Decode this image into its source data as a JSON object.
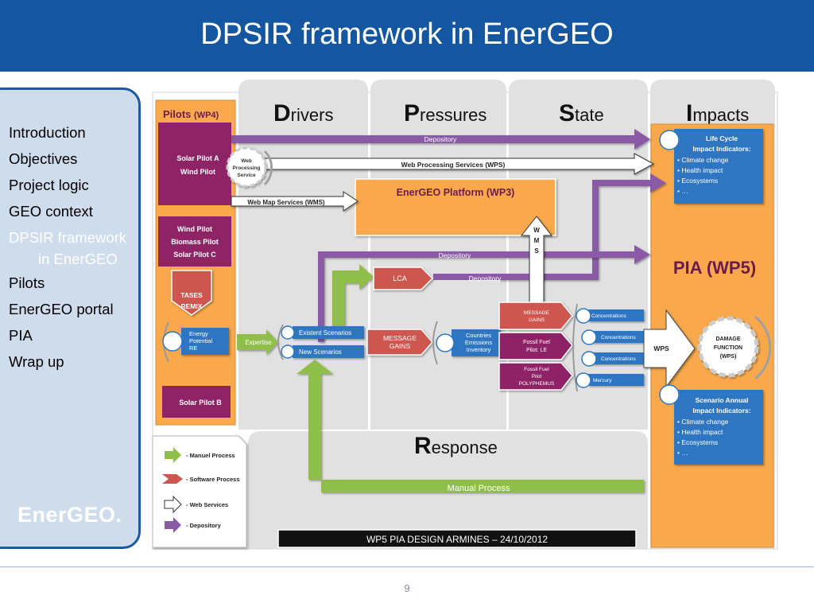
{
  "slide": {
    "title": "DPSIR framework in EnerGEO",
    "page_number": "9"
  },
  "sidebar": {
    "items": [
      {
        "label": "Introduction"
      },
      {
        "label": "Objectives"
      },
      {
        "label": "Project logic"
      },
      {
        "label": "GEO context"
      },
      {
        "label_line1": "DPSIR framework",
        "label_line2": "in EnerGEO",
        "active": true
      },
      {
        "label": "Pilots"
      },
      {
        "label": "EnerGEO portal"
      },
      {
        "label": "PIA"
      },
      {
        "label": "Wrap up"
      }
    ],
    "logo_text": "EnerGEO."
  },
  "diagram": {
    "columns": {
      "drivers": {
        "initial": "D",
        "rest": "rivers"
      },
      "pressures": {
        "initial": "P",
        "rest": "ressures"
      },
      "state": {
        "initial": "S",
        "rest": "tate"
      },
      "impacts": {
        "initial": "I",
        "rest": "mpacts"
      },
      "response": {
        "initial": "R",
        "rest": "esponse"
      }
    },
    "pilots_title": "Pilots",
    "pilots_wp": "(WP4)",
    "pilot_a": [
      "Solar Pilot A",
      "Wind Pilot"
    ],
    "pilot_c": [
      "Wind Pilot",
      "Biomass Pilot",
      "Solar Pilot C"
    ],
    "tases": [
      "TASES",
      "REMIX"
    ],
    "energy_potential": [
      "Energy",
      "Potential",
      "RE"
    ],
    "solar_pilot_b": "Solar Pilot B",
    "wps_gear": [
      "Web",
      "Processing",
      "Service"
    ],
    "depository_top": "Depository",
    "wps_arrow": "Web Processing Services (WPS)",
    "wms_arrow": "Web Map Services (WMS)",
    "platform": "EnerGEO Platform (WP3)",
    "wms_vertical": [
      "W",
      "M",
      "S"
    ],
    "depository_mid": "Depository",
    "lca": "LCA",
    "depository_lca": "Depository",
    "expertise": "Expertise",
    "existent_scenarios": "Existent Scenarios",
    "new_scenarios": "New Scenarios",
    "message_gains": [
      "MESSAGE",
      "GAINS"
    ],
    "countries_emissions": [
      "Countries",
      "Emissions",
      "Inventory"
    ],
    "message_gains_small": [
      "MESSAGE",
      "GAINS"
    ],
    "fossil_le": [
      "Fossil Fuel",
      "Pilot: LE"
    ],
    "fossil_poly": [
      "Fossil Fuel",
      "Pilot",
      "POLYPHEMUS"
    ],
    "concentrations": [
      "Concentrations",
      "Concentrations",
      "Concentrations",
      "Mercury"
    ],
    "wps_big": "WPS",
    "damage": [
      "DAMAGE",
      "FUNCTION",
      "(WPS)"
    ],
    "pia": "PIA (WP5)",
    "life_cycle": {
      "title": [
        "Life Cycle",
        "Impact Indicators:"
      ],
      "bullets": [
        "• Climate change",
        "• Health impact",
        "• Ecosystems",
        "• …"
      ]
    },
    "scenario_annual": {
      "title": [
        "Scenario Annual",
        "Impact Indicators:"
      ],
      "bullets": [
        "• Climate change",
        "• Health impact",
        "• Ecosystems",
        "• …"
      ]
    },
    "manual_process": "Manual Process",
    "legend": [
      "- Manuel Process",
      "- Software Process",
      "- Web Services",
      "- Depository"
    ],
    "banner": "WP5 PIA DESIGN ARMINES – 24/10/2012"
  },
  "colors": {
    "header": "#1556a0",
    "orange": "#f9a94b",
    "purple": "#8b5aa6",
    "magenta": "#8e2466",
    "blue_box": "#2f76c2",
    "green": "#8fbf4a",
    "red_arrow": "#cd574f",
    "column_grey": "#e1e1e1"
  }
}
